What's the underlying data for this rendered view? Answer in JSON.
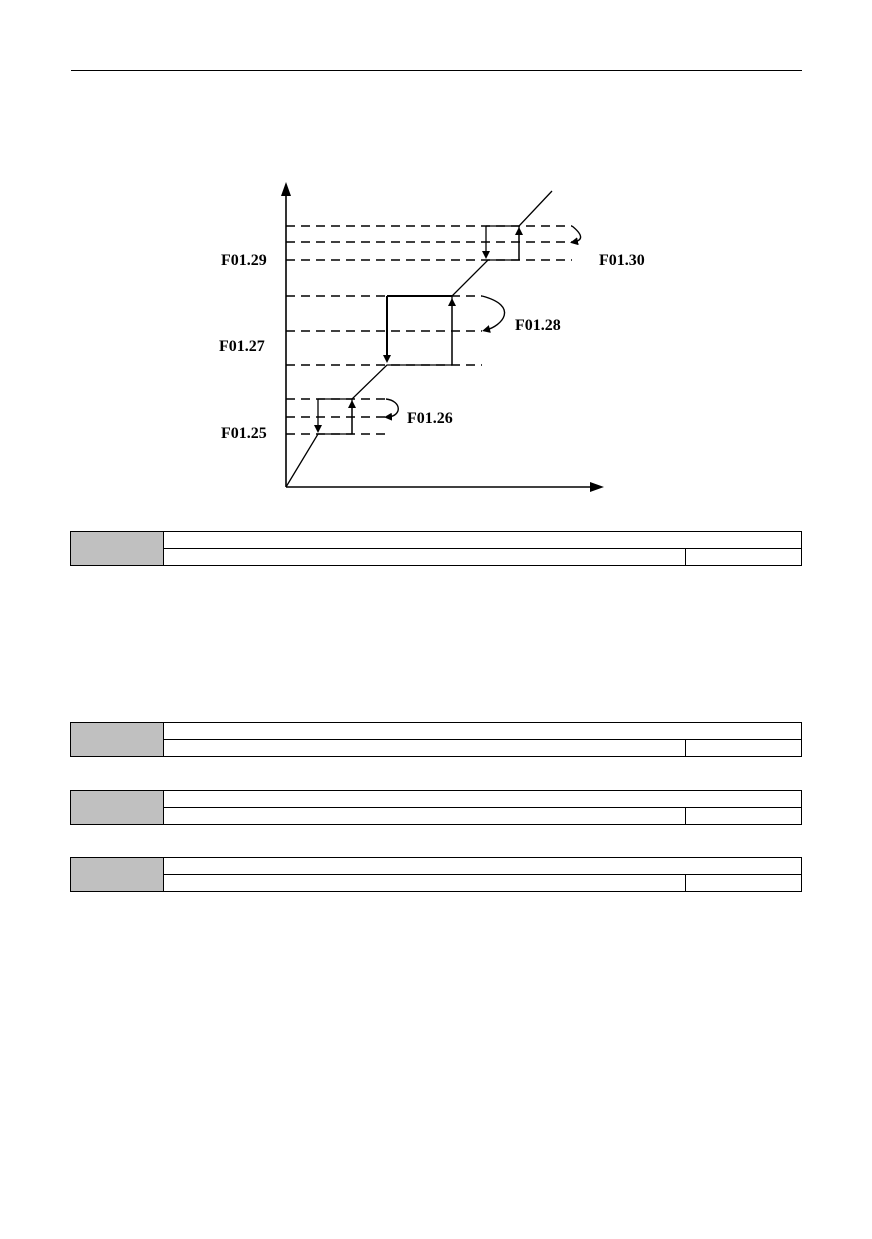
{
  "diagram": {
    "labels": {
      "f0125": "F01.25",
      "f0126": "F01.26",
      "f0127": "F01.27",
      "f0128": "F01.28",
      "f0129": "F01.29",
      "f0130": "F01.30"
    }
  },
  "param_tables": [
    {
      "code": "",
      "name": "",
      "range": "",
      "default": ""
    },
    {
      "code": "",
      "name": "",
      "range": "",
      "default": ""
    },
    {
      "code": "",
      "name": "",
      "range": "",
      "default": ""
    },
    {
      "code": "",
      "name": "",
      "range": "",
      "default": ""
    }
  ]
}
